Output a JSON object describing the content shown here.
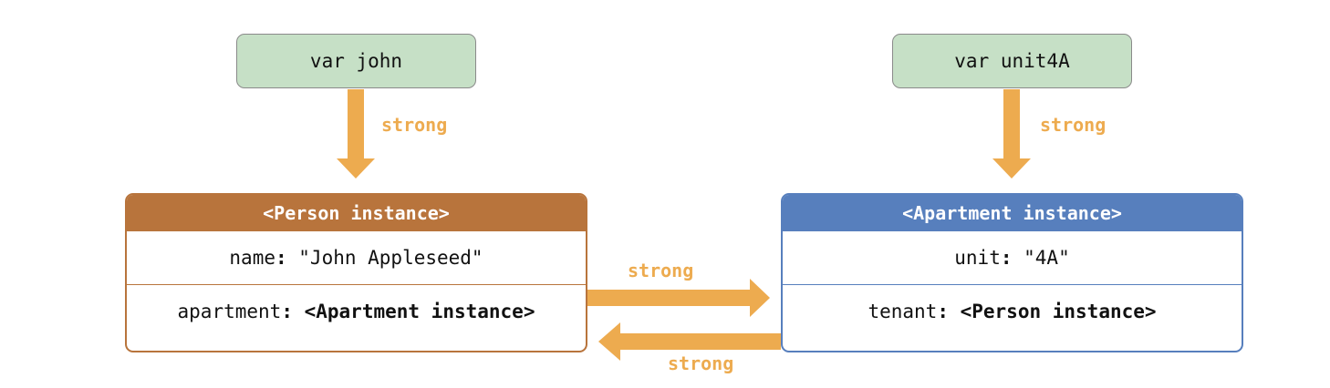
{
  "variables": {
    "john": "var john",
    "unit4a": "var unit4A"
  },
  "person": {
    "header": "<Person instance>",
    "name_key": "name",
    "name_value": " \"John Appleseed\"",
    "apartment_key": "apartment",
    "apartment_value": " <Apartment instance>"
  },
  "apartment": {
    "header": "<Apartment instance>",
    "unit_key": "unit",
    "unit_value": " \"4A\"",
    "tenant_key": "tenant",
    "tenant_value": " <Person instance>"
  },
  "arrows": {
    "john_to_person": "strong",
    "unit4a_to_apartment": "strong",
    "person_to_apartment": "strong",
    "apartment_to_person": "strong"
  },
  "colors": {
    "variable_fill": "#c6e0c6",
    "person_accent": "#b8743c",
    "apartment_accent": "#577fbd",
    "arrow": "#edab4f"
  }
}
